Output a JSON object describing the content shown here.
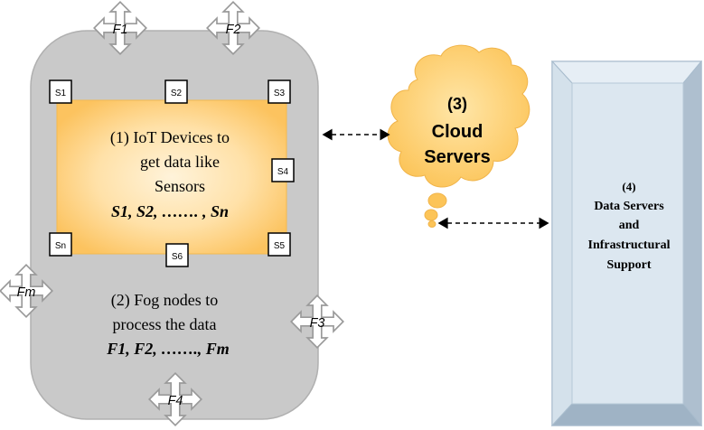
{
  "fog_area": {
    "iot_text": {
      "line1": "(1) IoT Devices to",
      "line2": "get data like",
      "line3": "Sensors",
      "line4": "S1, S2, ……. , Sn"
    },
    "fog_text": {
      "line1": "(2) Fog nodes to",
      "line2": "process the data",
      "line3": "F1, F2, ……., Fm"
    },
    "sensors": [
      "S1",
      "S2",
      "S3",
      "S4",
      "Sn",
      "S6",
      "S5"
    ],
    "fog_nodes": [
      "F1",
      "F2",
      "Fm",
      "F3",
      "F4"
    ]
  },
  "cloud": {
    "line1": "(3)",
    "line2": "Cloud",
    "line3": "Servers"
  },
  "data_servers": {
    "line1": "(4)",
    "line2": "Data Servers",
    "line3": "and",
    "line4": "Infrastructural",
    "line5": "Support"
  },
  "colors": {
    "fog_fill": "#c9c9c9",
    "fog_stroke": "#a9a9a9",
    "iot_fill": "#ffcf7a",
    "iot_center": "#fff0d0",
    "cloud_fill": "#ffd27a",
    "server_face": "#dbe6ef",
    "server_bevel": "#b8cbdb"
  }
}
